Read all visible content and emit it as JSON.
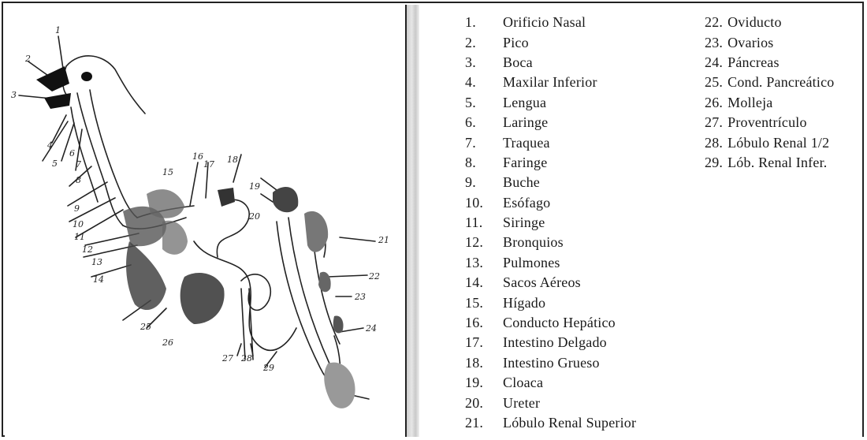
{
  "diagram_labels": [
    "1",
    "2",
    "3",
    "4",
    "5",
    "6",
    "7",
    "8",
    "9",
    "10",
    "11",
    "12",
    "13",
    "14",
    "15",
    "16",
    "17",
    "18",
    "19",
    "20",
    "21",
    "22",
    "23",
    "24",
    "25",
    "26",
    "27",
    "28",
    "29"
  ],
  "legend": {
    "column1": [
      {
        "num": "1.",
        "name": "Orificio Nasal"
      },
      {
        "num": "2.",
        "name": "Pico"
      },
      {
        "num": "3.",
        "name": "Boca"
      },
      {
        "num": "4.",
        "name": "Maxilar Inferior"
      },
      {
        "num": "5.",
        "name": "Lengua"
      },
      {
        "num": "6.",
        "name": "Laringe"
      },
      {
        "num": "7.",
        "name": "Traquea"
      },
      {
        "num": "8.",
        "name": "Faringe"
      },
      {
        "num": "9.",
        "name": "Buche"
      },
      {
        "num": "10.",
        "name": "Esófago"
      },
      {
        "num": "11.",
        "name": "Siringe"
      },
      {
        "num": "12.",
        "name": "Bronquios"
      },
      {
        "num": "13.",
        "name": "Pulmones"
      },
      {
        "num": "14.",
        "name": "Sacos Aéreos"
      },
      {
        "num": "15.",
        "name": "Hígado"
      },
      {
        "num": "16.",
        "name": "Conducto Hepático"
      },
      {
        "num": "17.",
        "name": "Intestino Delgado"
      },
      {
        "num": "18.",
        "name": "Intestino Grueso"
      },
      {
        "num": "19.",
        "name": "Cloaca"
      },
      {
        "num": "20.",
        "name": "Ureter"
      },
      {
        "num": "21.",
        "name": "Lóbulo Renal Superior"
      }
    ],
    "column2": [
      {
        "num": "22.",
        "name": "Oviducto"
      },
      {
        "num": "23.",
        "name": "Ovarios"
      },
      {
        "num": "24.",
        "name": "Páncreas"
      },
      {
        "num": "25.",
        "name": "Cond. Pancreático"
      },
      {
        "num": "26.",
        "name": " Molleja"
      },
      {
        "num": "27.",
        "name": " Proventrículo"
      },
      {
        "num": "28.",
        "name": "Lóbulo Renal 1/2"
      },
      {
        "num": "29.",
        "name": "Lób. Renal Infer."
      }
    ]
  }
}
